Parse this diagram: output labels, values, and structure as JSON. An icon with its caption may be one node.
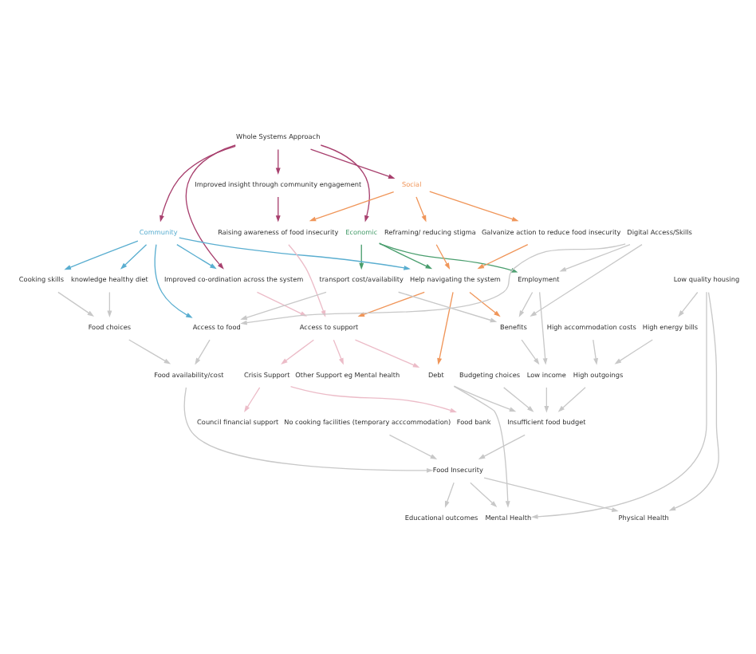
{
  "diagram": {
    "nodes": [
      {
        "text": [
          "Whole Systems Approach"
        ]
      },
      {
        "text": [
          "Social"
        ]
      },
      {
        "text": [
          "Economic"
        ]
      },
      {
        "text": [
          "Community"
        ]
      },
      {
        "text": [
          "Improved insight through community engagement"
        ]
      },
      {
        "text": [
          "Improved co-ordination across the system"
        ]
      },
      {
        "text": [
          "Reframing/ reducing stigma"
        ]
      },
      {
        "text": [
          "Galvanize action to reduce food insecurity"
        ]
      },
      {
        "text": [
          "Help navigating the system"
        ]
      },
      {
        "text": [
          "Raising awareness of food insecurity"
        ]
      },
      {
        "text": [
          "Access to support"
        ]
      },
      {
        "text": [
          "Debt"
        ]
      },
      {
        "text": [
          "Benefits"
        ]
      },
      {
        "text": [
          "Employment"
        ]
      },
      {
        "text": [
          "transport cost/availability"
        ]
      },
      {
        "text": [
          "Digital Access/Skills"
        ]
      },
      {
        "text": [
          "Crisis Support"
        ]
      },
      {
        "text": [
          "Other Support eg Mental health"
        ]
      },
      {
        "text": [
          "Council financial support"
        ]
      },
      {
        "text": [
          "Food bank"
        ]
      },
      {
        "text": [
          "High outgoings"
        ]
      },
      {
        "text": [
          "High energy bills"
        ]
      },
      {
        "text": [
          "High accommodation costs"
        ]
      },
      {
        "text": [
          "No cooking facilities (temporary acccommodation)"
        ]
      },
      {
        "text": [
          "Low quality housing"
        ]
      },
      {
        "text": [
          "Low income"
        ]
      },
      {
        "text": [
          "Budgeting choices"
        ]
      },
      {
        "text": [
          "Insufficient food budget"
        ]
      },
      {
        "text": [
          "Access to food"
        ]
      },
      {
        "text": [
          "Food Insecurity"
        ]
      },
      {
        "text": [
          "Food availability/cost"
        ]
      },
      {
        "text": [
          "knowledge healthy diet"
        ]
      },
      {
        "text": [
          "Food choices"
        ]
      },
      {
        "text": [
          "Cooking skills"
        ]
      },
      {
        "text": [
          "Mental Health"
        ]
      },
      {
        "text": [
          "Physical Health"
        ]
      },
      {
        "text": [
          "Educational outcomes"
        ]
      }
    ],
    "edges": [
      {
        "from": 0,
        "to": 1,
        "arrow": "to",
        "color": "#a8406e"
      },
      {
        "from": 0,
        "to": 2,
        "arrow": "to",
        "color": "#a8406e"
      },
      {
        "from": 0,
        "to": 3,
        "arrow": "to",
        "color": "#a8406e"
      },
      {
        "from": 0,
        "to": 4,
        "arrow": "to",
        "color": "#a8406e"
      },
      {
        "from": 0,
        "to": 5,
        "arrow": "to",
        "color": "#a8406e"
      },
      {
        "from": 4,
        "to": 9,
        "arrow": "to",
        "color": "#a8406e"
      },
      {
        "from": 1,
        "to": 7,
        "arrow": "to",
        "color": "#f0965a"
      },
      {
        "from": 1,
        "to": 6,
        "arrow": "to",
        "color": "#f0965a"
      },
      {
        "from": 1,
        "to": 9,
        "arrow": "to",
        "color": "#f0965a"
      },
      {
        "from": 6,
        "to": 8,
        "arrow": "to",
        "color": "#f0965a"
      },
      {
        "from": 7,
        "to": 8,
        "arrow": "to",
        "color": "#f0965a"
      },
      {
        "from": 8,
        "to": 10,
        "arrow": "to",
        "color": "#f0965a"
      },
      {
        "from": 8,
        "to": 11,
        "arrow": "to",
        "color": "#f0965a"
      },
      {
        "from": 8,
        "to": 12,
        "arrow": "to",
        "color": "#f0965a"
      },
      {
        "from": 2,
        "to": 8,
        "arrow": "to",
        "color": "#4a9e6e"
      },
      {
        "from": 2,
        "to": 13,
        "arrow": "to",
        "color": "#4a9e6e"
      },
      {
        "from": 2,
        "to": 14,
        "arrow": "to",
        "color": "#4a9e6e"
      },
      {
        "from": 3,
        "to": 5,
        "arrow": "to",
        "color": "#5aaed0"
      },
      {
        "from": 3,
        "to": 8,
        "arrow": "to",
        "color": "#5aaed0"
      },
      {
        "from": 3,
        "to": 28,
        "arrow": "to",
        "color": "#5aaed0"
      },
      {
        "from": 3,
        "to": 31,
        "arrow": "to",
        "color": "#5aaed0"
      },
      {
        "from": 3,
        "to": 33,
        "arrow": "to",
        "color": "#5aaed0"
      },
      {
        "from": 5,
        "to": 10,
        "arrow": "to",
        "color": "#ecbcc8"
      },
      {
        "from": 9,
        "to": 10,
        "arrow": "to",
        "color": "#ecbcc8"
      },
      {
        "from": 10,
        "to": 11,
        "arrow": "to",
        "color": "#ecbcc8"
      },
      {
        "from": 10,
        "to": 16,
        "arrow": "to",
        "color": "#ecbcc8"
      },
      {
        "from": 10,
        "to": 17,
        "arrow": "to",
        "color": "#ecbcc8"
      },
      {
        "from": 16,
        "to": 18,
        "arrow": "to",
        "color": "#ecbcc8"
      },
      {
        "from": 16,
        "to": 19,
        "arrow": "to",
        "color": "#ecbcc8"
      },
      {
        "from": 13,
        "to": 12,
        "arrow": "to"
      },
      {
        "from": 14,
        "to": 12,
        "arrow": "to"
      },
      {
        "from": 15,
        "to": 12,
        "arrow": "to"
      },
      {
        "from": 15,
        "to": 13,
        "arrow": "to"
      },
      {
        "from": 12,
        "to": 25,
        "arrow": "to"
      },
      {
        "from": 13,
        "to": 25,
        "arrow": "to"
      },
      {
        "from": 14,
        "to": 28,
        "arrow": "to"
      },
      {
        "from": 15,
        "to": 28,
        "arrow": "to"
      },
      {
        "from": 25,
        "to": 27,
        "arrow": "to"
      },
      {
        "from": 26,
        "to": 27,
        "arrow": "to"
      },
      {
        "from": 20,
        "to": 27,
        "arrow": "to"
      },
      {
        "from": 11,
        "to": 27,
        "arrow": "to"
      },
      {
        "from": 21,
        "to": 20,
        "arrow": "to"
      },
      {
        "from": 22,
        "to": 20,
        "arrow": "to"
      },
      {
        "from": 24,
        "to": 21,
        "arrow": "to"
      },
      {
        "from": 27,
        "to": 29,
        "arrow": "to"
      },
      {
        "from": 23,
        "to": 29,
        "arrow": "to"
      },
      {
        "from": 28,
        "to": 30,
        "arrow": "to"
      },
      {
        "from": 30,
        "to": 29,
        "arrow": "to"
      },
      {
        "from": 31,
        "to": 32,
        "arrow": "to"
      },
      {
        "from": 33,
        "to": 32,
        "arrow": "to"
      },
      {
        "from": 32,
        "to": 30,
        "arrow": "to"
      },
      {
        "from": 11,
        "to": 34,
        "arrow": "to"
      },
      {
        "from": 24,
        "to": 34,
        "arrow": "to"
      },
      {
        "from": 24,
        "to": 35,
        "arrow": "to"
      },
      {
        "from": 29,
        "to": 34,
        "arrow": "to"
      },
      {
        "from": 29,
        "to": 35,
        "arrow": "to"
      },
      {
        "from": 29,
        "to": 36,
        "arrow": "to"
      }
    ]
  }
}
